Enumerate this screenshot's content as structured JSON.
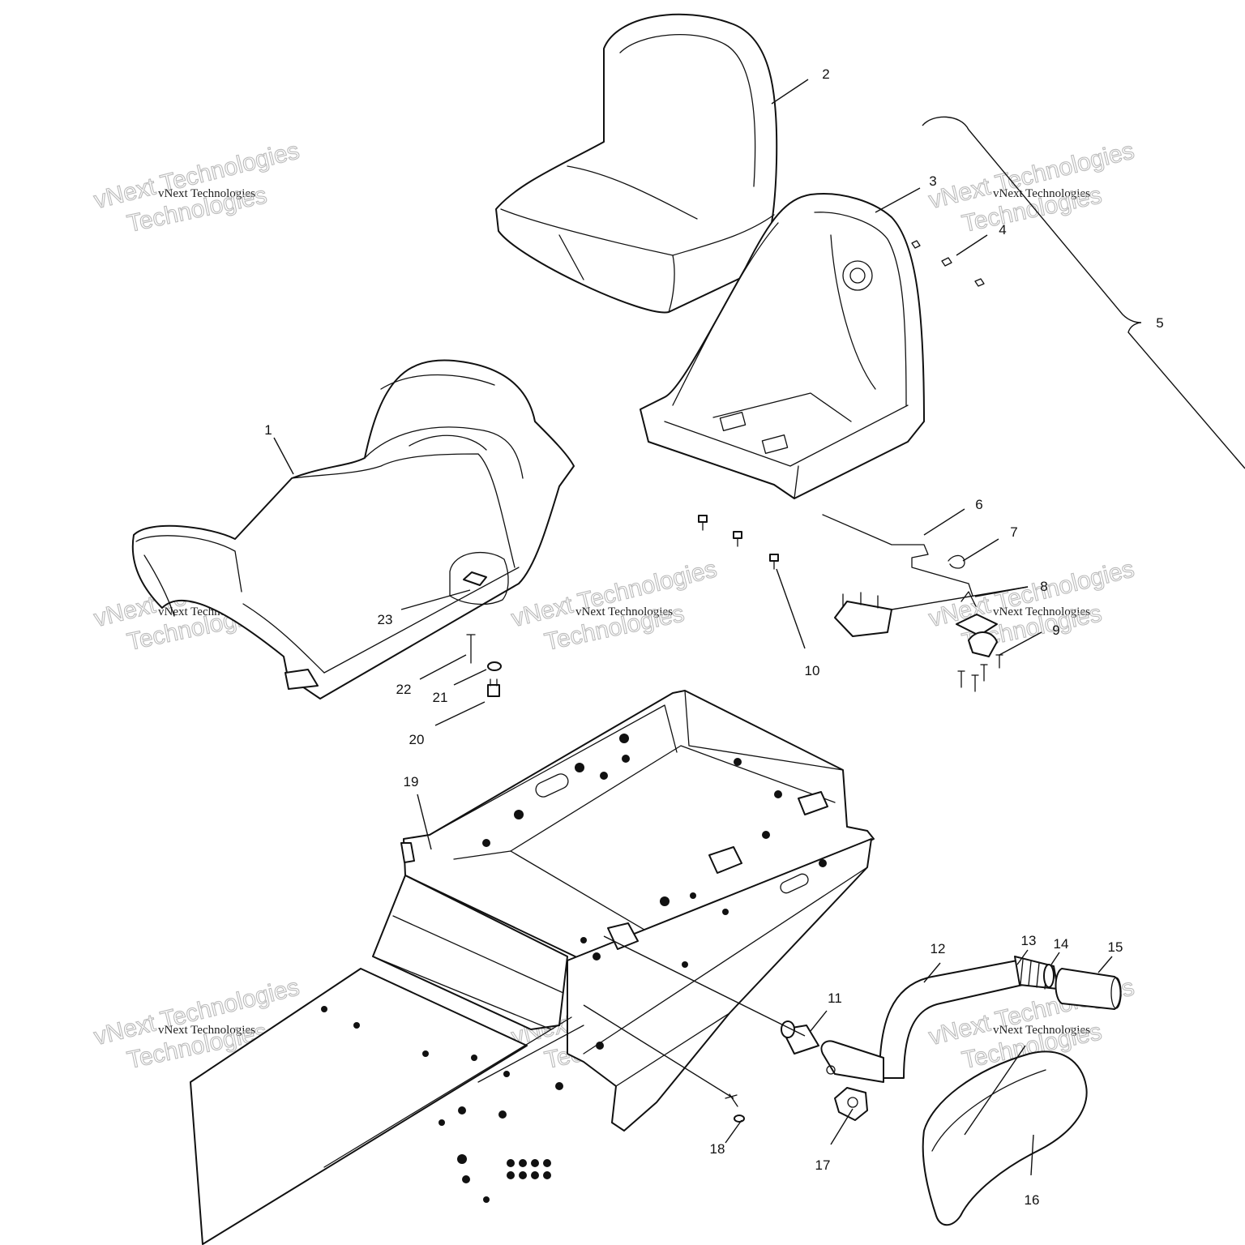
{
  "callouts": [
    "1",
    "2",
    "3",
    "4",
    "5",
    "6",
    "7",
    "8",
    "9",
    "10",
    "11",
    "12",
    "13",
    "14",
    "15",
    "16",
    "17",
    "18",
    "19",
    "20",
    "21",
    "22",
    "23"
  ],
  "watermark": {
    "line1": "vNext Technologies",
    "line2": "vNext Technologies",
    "line3": "Technologies"
  },
  "colors": {
    "line": "#111111",
    "background": "#ffffff",
    "watermark_outline": "#bbbbbb"
  }
}
